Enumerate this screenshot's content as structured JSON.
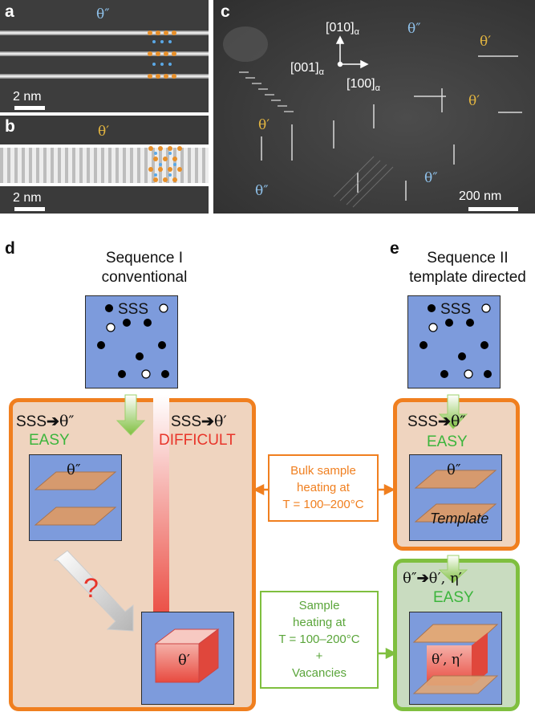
{
  "panels": {
    "a": {
      "label": "a",
      "phase": "θ″",
      "scale": "2 nm"
    },
    "b": {
      "label": "b",
      "phase": "θ′",
      "scale": "2 nm"
    },
    "c": {
      "label": "c",
      "scale": "200 nm",
      "axis_up": "[010]",
      "axis_left": "[001]",
      "axis_right": "[100]",
      "axis_sub": "α",
      "phases": [
        "θ″",
        "θ′",
        "θ′",
        "θ′",
        "θ″",
        "θ″"
      ]
    },
    "d": {
      "label": "d",
      "title_line1": "Sequence I",
      "title_line2": "conventional"
    },
    "e": {
      "label": "e",
      "title_line1": "Sequence II",
      "title_line2": "template directed"
    }
  },
  "diagram": {
    "sss": "SSS",
    "sss_to_theta2": "SSS",
    "theta2": "θ″",
    "theta1": "θ′",
    "easy": "EASY",
    "difficult": "DIFFICULT",
    "question": "?",
    "template": "Template",
    "theta_eta": "θ′, η′",
    "theta2_to": "θ″",
    "theta1_eta": "θ′, η′",
    "bulk_heating_line1": "Bulk sample",
    "bulk_heating_line2": "heating at",
    "bulk_heating_line3": "T = 100–200°C",
    "sample_heating_line1": "Sample",
    "sample_heating_line2": "heating at",
    "sample_heating_line3": "T = 100–200°C",
    "sample_heating_line4": "+",
    "sample_heating_line5": "Vacancies"
  },
  "colors": {
    "orange": "#f07f1f",
    "orange_fill": "#efd4bf",
    "green": "#7fbf3f",
    "green_fill": "#c9dcc0",
    "square_blue": "#7d9bdc",
    "plate": "#d69a6e",
    "red_arrow": "#e8352a",
    "easy_green": "#3cb53c",
    "difficult_red": "#e8352a",
    "theta2_blue": "#8fc1ea",
    "theta1_yellow": "#e3b540"
  }
}
